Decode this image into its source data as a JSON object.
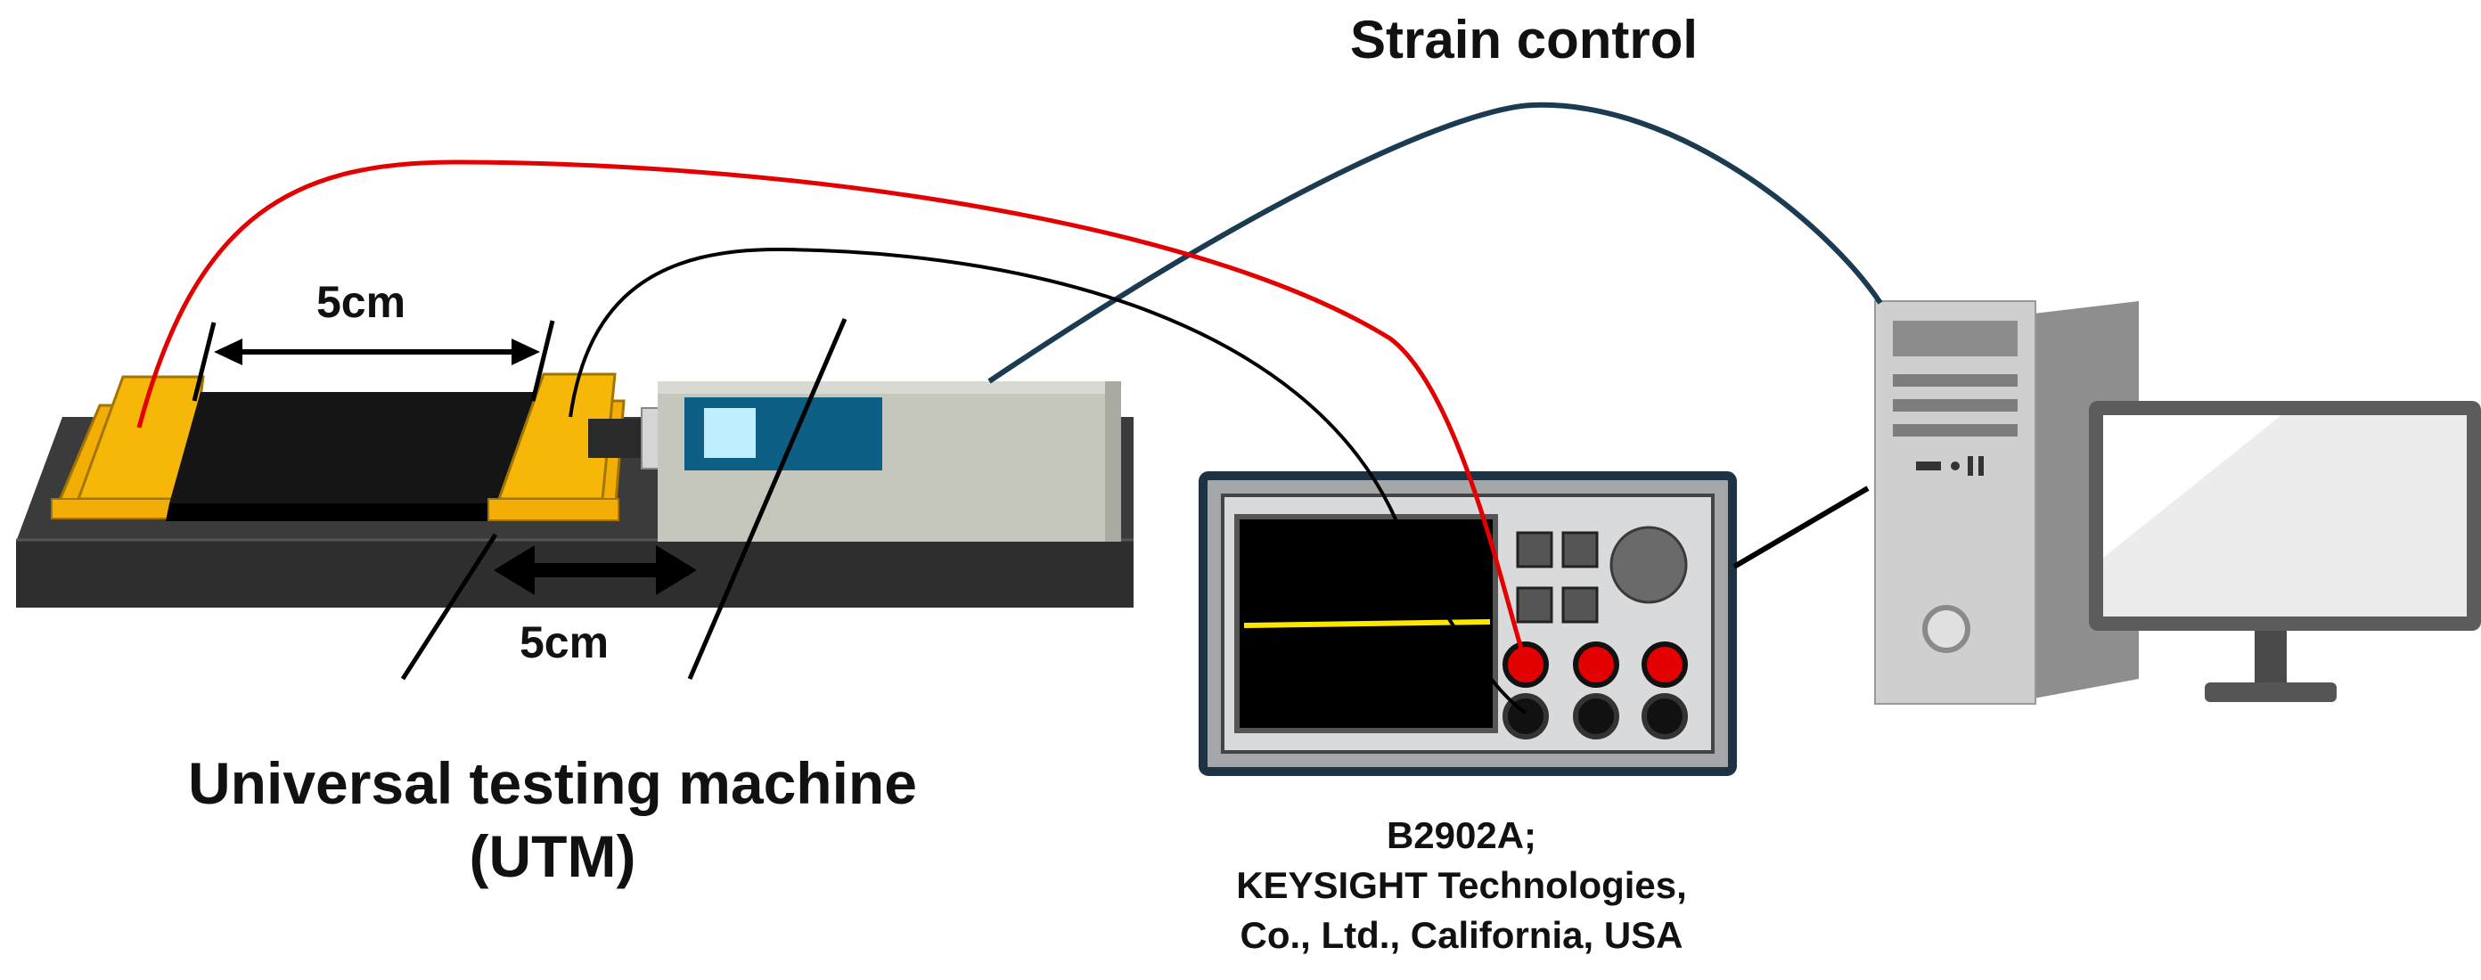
{
  "labels": {
    "strain_control": "Strain control",
    "dim_sample_length": "5cm",
    "dim_travel": "5cm",
    "utm_line1": "Universal testing machine",
    "utm_line2": "(UTM)",
    "smu_line1": "B2902A;",
    "smu_line2": "KEYSIGHT Technologies,",
    "smu_line3": "Co., Ltd.,  California, USA"
  },
  "colors": {
    "red_wire": "#e30000",
    "black_wire": "#000000",
    "data_cable": "#1b3b52",
    "clamp": "#f2ae05",
    "sample": "#111111",
    "screen_display": "#0d5f86",
    "trace": "#ffe600"
  }
}
